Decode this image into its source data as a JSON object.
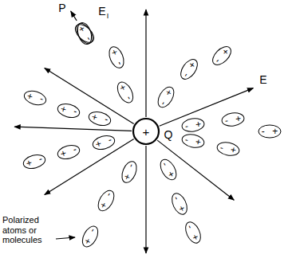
{
  "diagram": {
    "nodes": [
      {
        "text": [
          "+",
          "Q"
        ]
      },
      {
        "text": [
          "+",
          "-"
        ]
      },
      {
        "text": [
          "+",
          "-"
        ]
      },
      {
        "text": [
          "+",
          "-"
        ]
      },
      {
        "text": [
          "+",
          "-"
        ]
      },
      {
        "text": [
          "+",
          "-"
        ]
      },
      {
        "text": [
          "+",
          "-"
        ]
      },
      {
        "text": [
          "+",
          "-"
        ]
      },
      {
        "text": [
          "+",
          "-"
        ]
      },
      {
        "text": [
          "+",
          "-"
        ]
      },
      {
        "text": [
          "+",
          "-"
        ]
      },
      {
        "text": [
          "+",
          "-"
        ]
      },
      {
        "text": [
          "+",
          "-"
        ]
      },
      {
        "text": [
          "+",
          "-"
        ]
      },
      {
        "text": [
          "+",
          "-"
        ]
      },
      {
        "text": [
          "+",
          "-"
        ]
      },
      {
        "text": [
          "+",
          "-"
        ]
      },
      {
        "text": [
          "+",
          "-"
        ]
      },
      {
        "text": [
          "+",
          "-"
        ]
      },
      {
        "text": [
          "+",
          "-"
        ]
      },
      {
        "text": [
          "+",
          "-"
        ]
      },
      {
        "text": [
          "+",
          "-"
        ]
      },
      {
        "text": [
          "+",
          "-"
        ]
      },
      {
        "text": [
          "+",
          "-"
        ]
      }
    ],
    "labels": [
      "P",
      "E",
      "I",
      "E",
      "Polarized atoms or molecules"
    ]
  }
}
